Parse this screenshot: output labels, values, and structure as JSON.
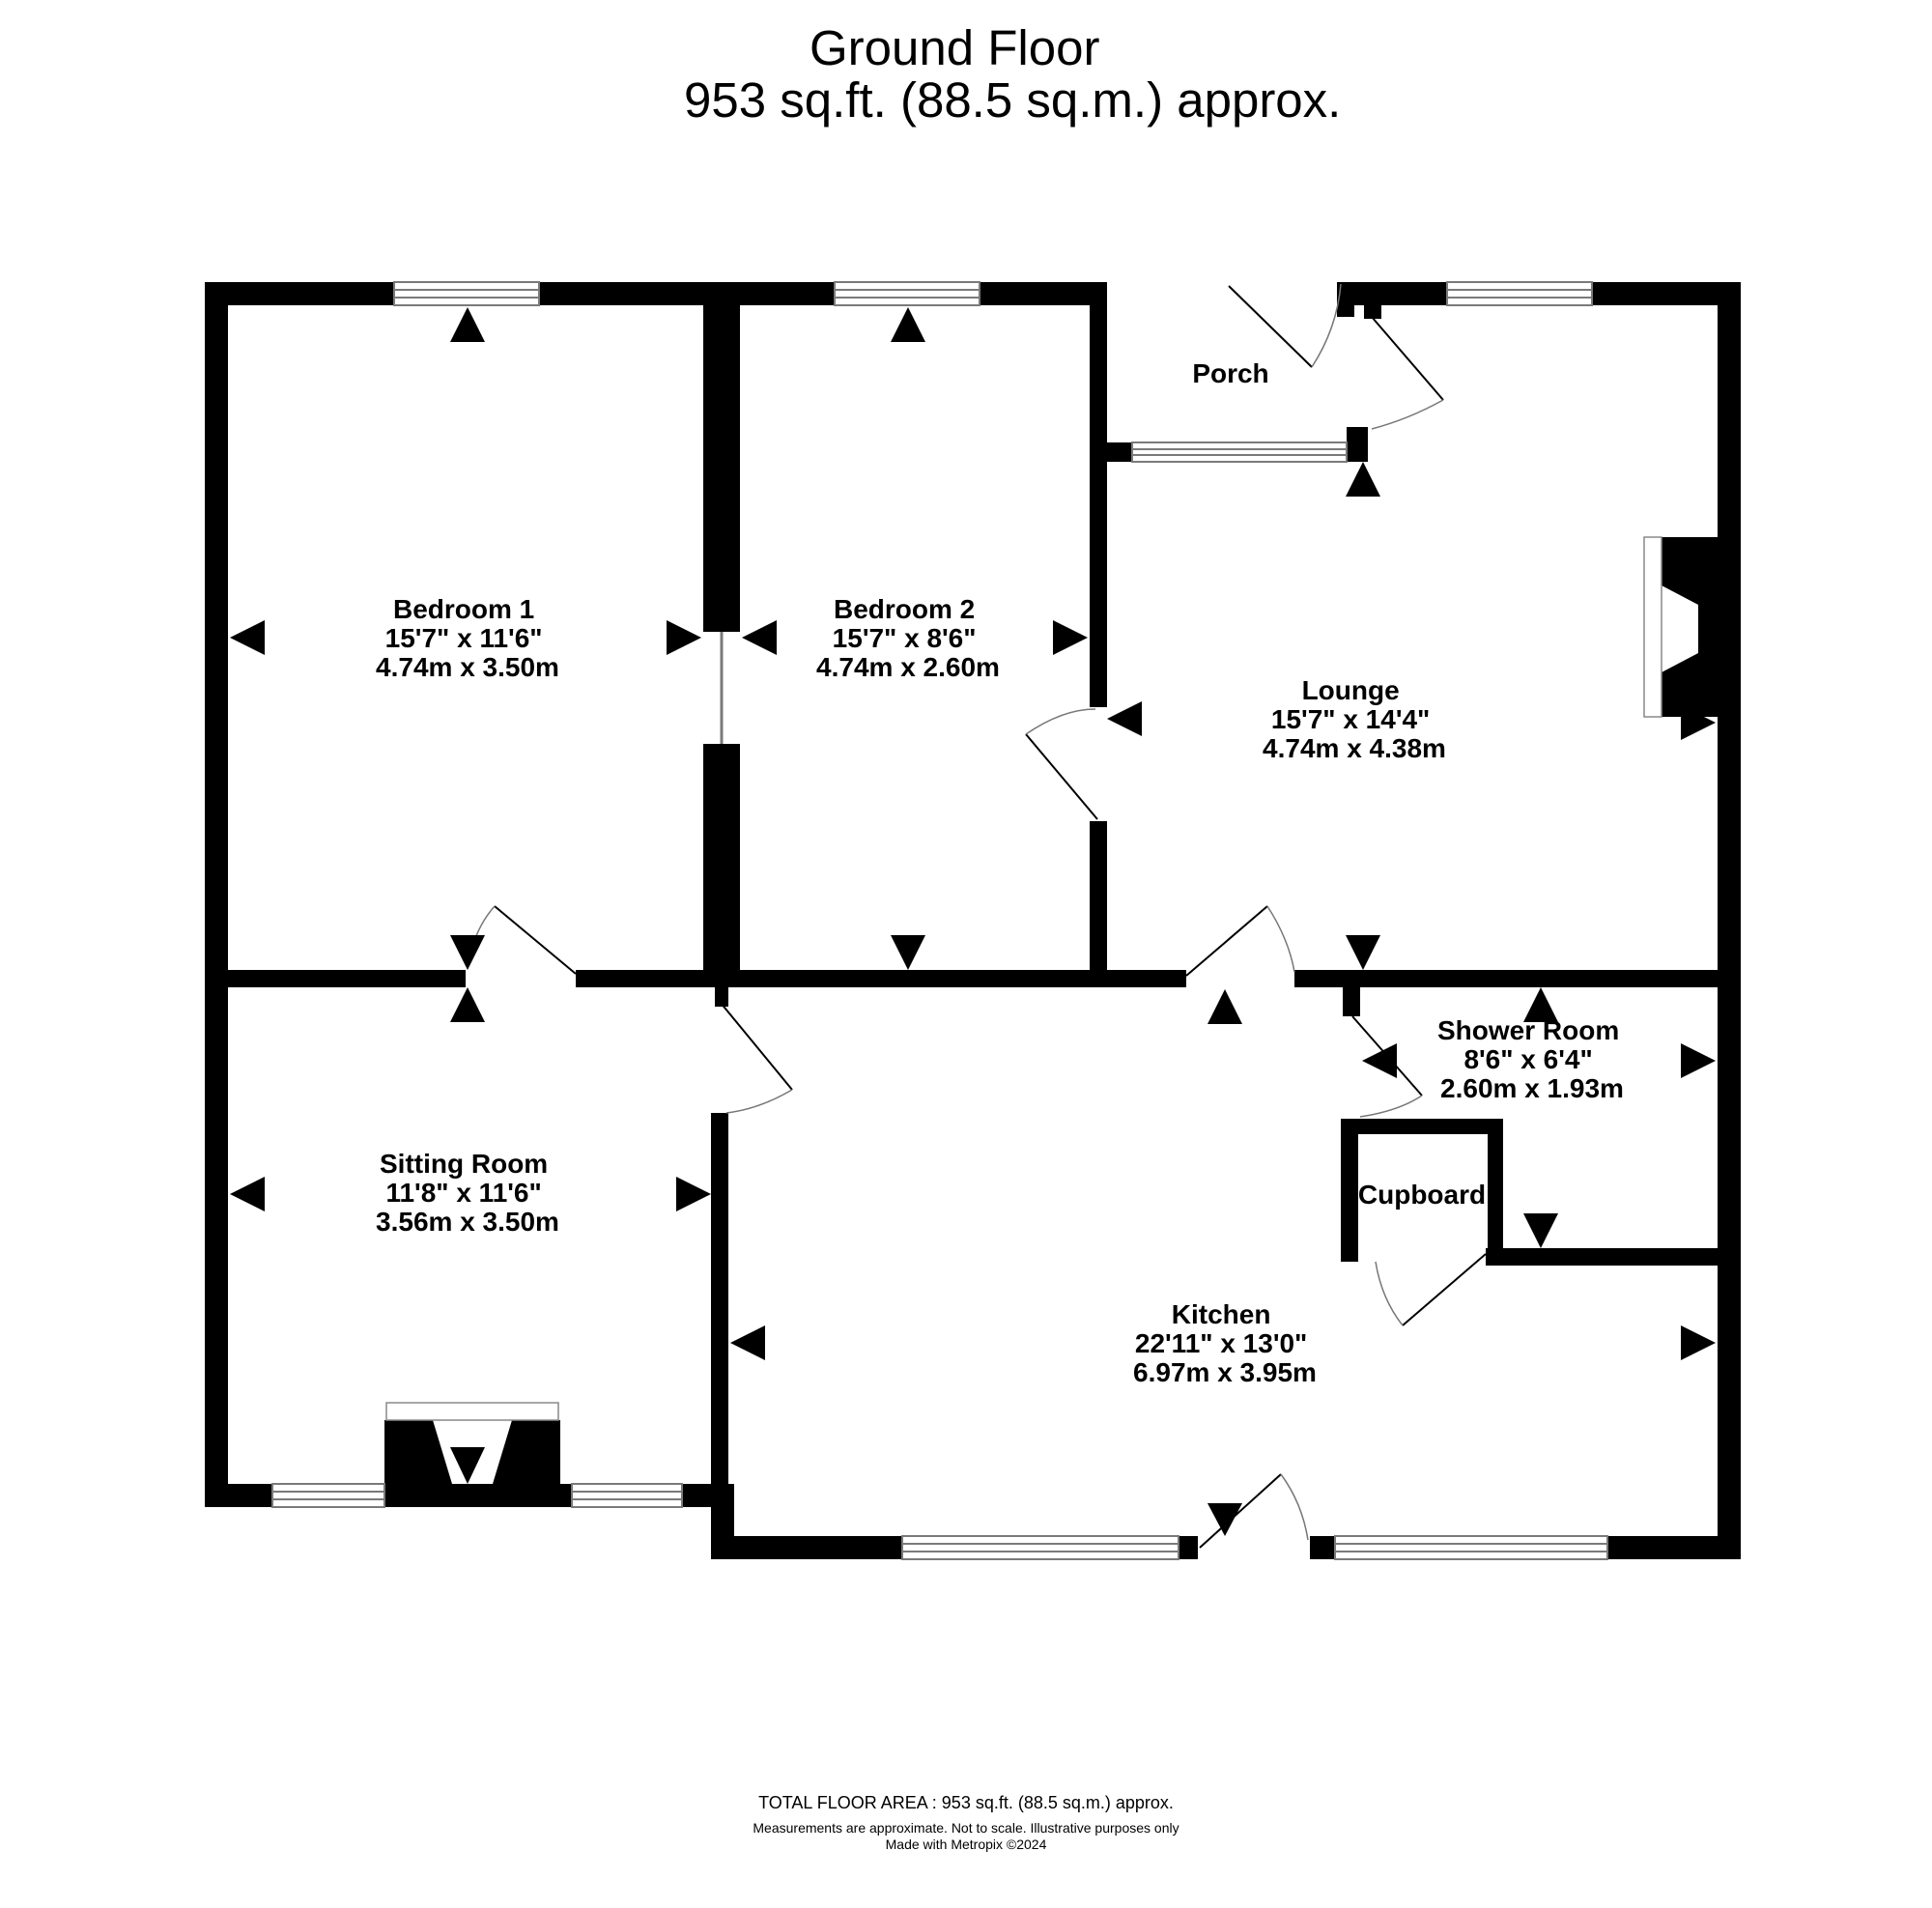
{
  "header": {
    "title": "Ground Floor",
    "area": "953 sq.ft. (88.5 sq.m.) approx."
  },
  "rooms": [
    {
      "name": "Bedroom 1",
      "imperial": "15'7\"  x 11'6\"",
      "metric": "4.74m  x 3.50m"
    },
    {
      "name": "Bedroom 2",
      "imperial": "15'7\"  x 8'6\"",
      "metric": "4.74m  x 2.60m"
    },
    {
      "name": "Porch"
    },
    {
      "name": "Lounge",
      "imperial": "15'7\"  x 14'4\"",
      "metric": "4.74m  x 4.38m"
    },
    {
      "name": "Shower Room",
      "imperial": "8'6\"  x 6'4\"",
      "metric": "2.60m  x 1.93m"
    },
    {
      "name": "Cupboard"
    },
    {
      "name": "Sitting Room",
      "imperial": "11'8\"  x 11'6\"",
      "metric": "3.56m  x 3.50m"
    },
    {
      "name": "Kitchen",
      "imperial": "22'11\"  x 13'0\"",
      "metric": "6.97m  x 3.95m"
    }
  ],
  "footer": {
    "total": "TOTAL FLOOR AREA : 953 sq.ft. (88.5 sq.m.) approx.",
    "note": "Measurements are approximate.  Not to scale.  Illustrative purposes only",
    "made": "Made with Metropix ©2024"
  },
  "colors": {
    "wall": "#000000",
    "window": "#9a9a9a",
    "background": "#ffffff"
  }
}
